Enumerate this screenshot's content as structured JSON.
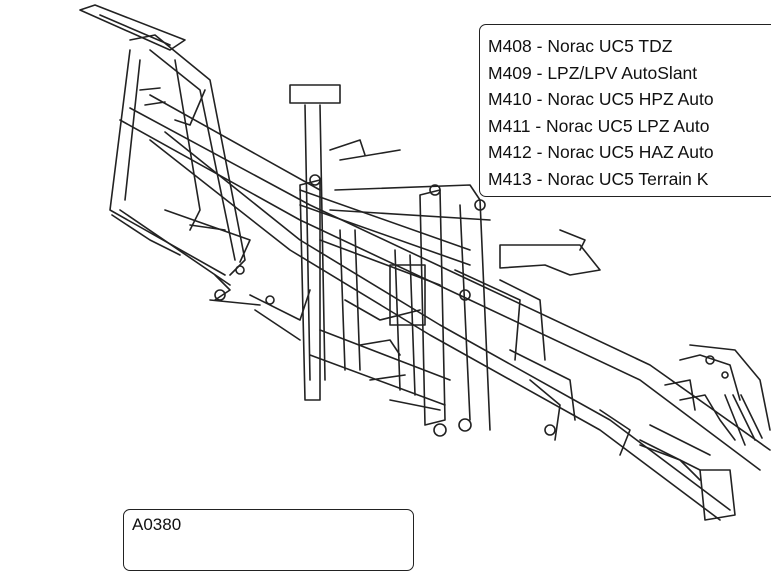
{
  "models_callout": {
    "items": [
      "M408 - Norac UC5 TDZ",
      "M409 - LPZ/LPV AutoSlant",
      "M410 - Norac UC5 HPZ Auto",
      "M411 - Norac UC5 LPZ Auto",
      "M412 - Norac UC5 HAZ Auto",
      "M413 - Norac UC5 Terrain K"
    ]
  },
  "reference_callout": {
    "label": "A0380"
  },
  "colors": {
    "line": "#222222",
    "background": "#ffffff"
  }
}
